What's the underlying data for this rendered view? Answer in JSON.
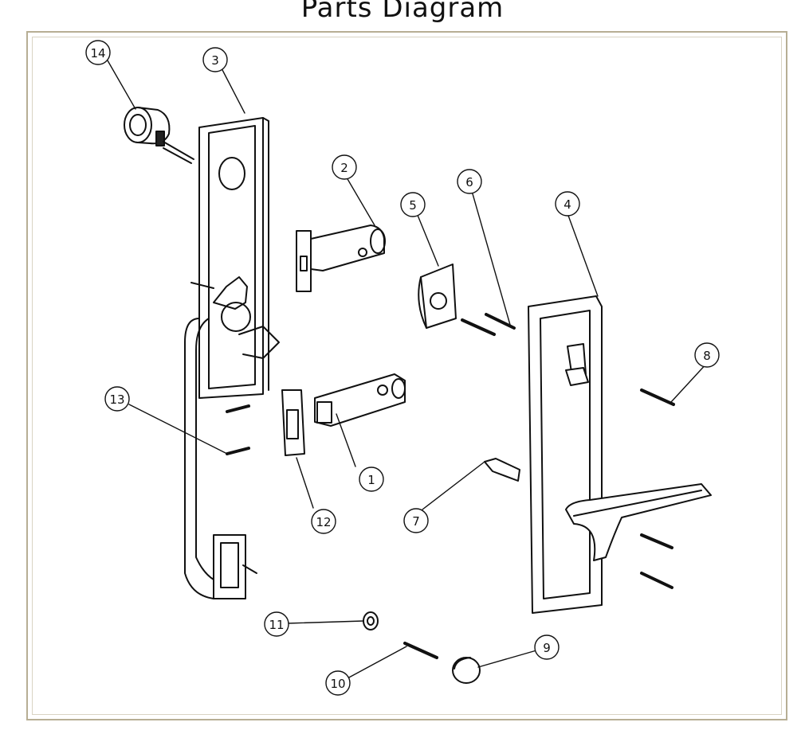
{
  "title": "Parts Diagram",
  "callouts": [
    "1",
    "2",
    "3",
    "4",
    "5",
    "6",
    "7",
    "8",
    "9",
    "10",
    "11",
    "12",
    "13",
    "14"
  ]
}
